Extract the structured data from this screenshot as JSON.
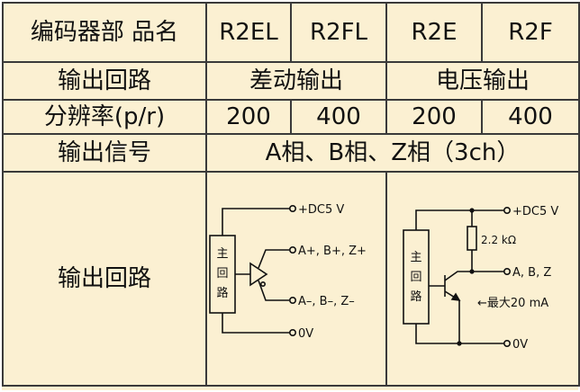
{
  "header": {
    "title": "编码器部  品名",
    "models": [
      "R2EL",
      "R2FL",
      "R2E",
      "R2F"
    ]
  },
  "rows": {
    "output_circuit_label": "输出回路",
    "differential": "差动输出",
    "voltage": "电压输出",
    "resolution_label": "分辨率(p/r)",
    "resolutions": [
      "200",
      "400",
      "200",
      "400"
    ],
    "signal_label": "输出信号",
    "signal_value": "A相、B相、Z相（3ch）",
    "circuit_label": "输出回路"
  },
  "diagram_left": {
    "box_label": [
      "主",
      "回",
      "路"
    ],
    "vcc": "+DC5 V",
    "out_pos": "A+, B+, Z+",
    "out_neg": "A–, B–, Z–",
    "gnd": "0V"
  },
  "diagram_right": {
    "box_label": [
      "主",
      "回",
      "路"
    ],
    "vcc": "+DC5 V",
    "resistor": "2.2 kΩ",
    "out": "A, B, Z",
    "max_current": "←最大20 mA",
    "gnd": "0V"
  }
}
